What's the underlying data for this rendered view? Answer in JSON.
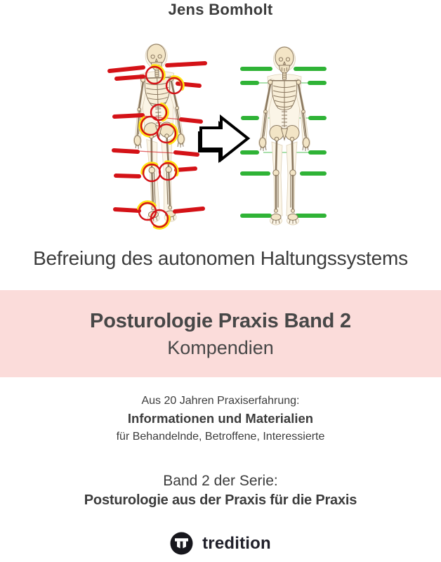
{
  "cover": {
    "author": "Jens Bomholt",
    "tagline": "Befreiung des autonomen Haltungssystems"
  },
  "banner": {
    "title": "Posturologie Praxis Band 2",
    "subtitle": "Kompendien"
  },
  "blurb": {
    "line1": "Aus 20 Jahren Praxiserfahrung:",
    "line2": "Informationen und Materialien",
    "line3": "für Behandelnde, Betroffene, Interessierte"
  },
  "series": {
    "line1": "Band 2 der Serie:",
    "line2": "Posturologie aus der Praxis für die Praxis"
  },
  "publisher": {
    "name": "tredition"
  },
  "illustration": {
    "left": "skeleton-with-misaligned-red-posture-lines-and-joint-markers",
    "right": "skeleton-with-aligned-green-posture-lines",
    "arrow": "transformation-arrow-pointing-right"
  },
  "colors": {
    "page-bg": "#ffffff",
    "text": "#3c3c3c",
    "banner-bg": "#fbdcda",
    "banner-text": "#474747",
    "line-red": "#d41217",
    "line-green": "#2fb336",
    "marker-yellow": "#ffe312",
    "bone": "#f3e5c6",
    "bone-stroke": "#8a7860",
    "logo-bg": "#17171d",
    "logo-text": "#20202a"
  }
}
